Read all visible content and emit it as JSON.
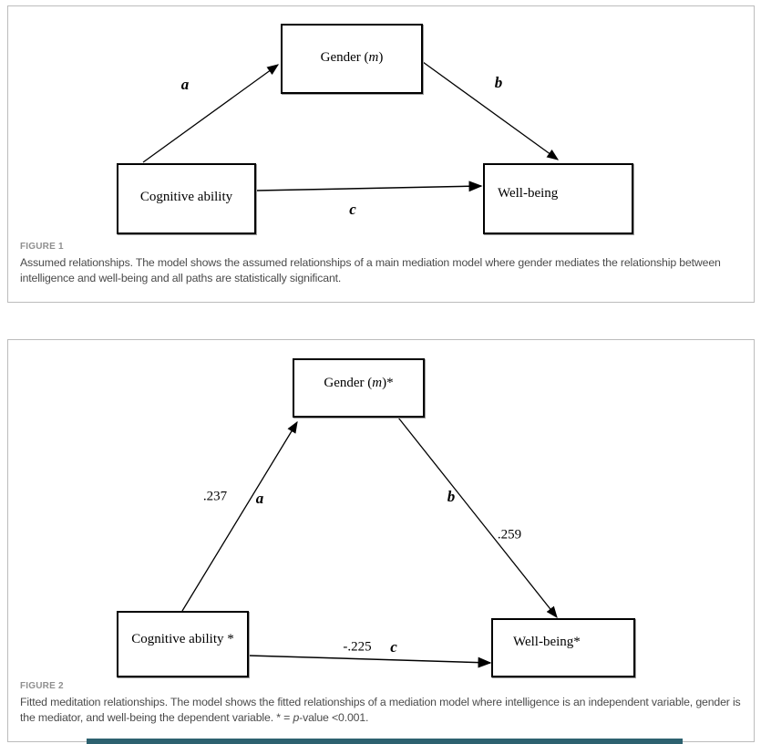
{
  "page": {
    "background_color": "#ffffff",
    "bottom_bar_color": "#2d616f",
    "panel_border_color": "#bcbcbc"
  },
  "figure1": {
    "label": "FIGURE 1",
    "caption": "Assumed relationships. The model shows the assumed relationships of a main mediation model where gender mediates the relationship between intelligence and well-being and all paths are statistically significant.",
    "boxes": {
      "mediator": {
        "pre": "Gender (",
        "italic": "m",
        "post": ")"
      },
      "independent": {
        "text": "Cognitive ability"
      },
      "dependent": {
        "text": "Well-being"
      }
    },
    "paths": {
      "a": "a",
      "b": "b",
      "c": "c"
    }
  },
  "figure2": {
    "label": "FIGURE 2",
    "caption_before": "Fitted meditation relationships. The model shows the fitted relationships of a mediation model where intelligence is an independent variable, gender is the mediator, and well-being the dependent variable. * = ",
    "caption_italic": "p",
    "caption_after": "-value <0.001.",
    "boxes": {
      "mediator": {
        "pre": "Gender (",
        "italic": "m",
        "post": ")*"
      },
      "independent": {
        "text": "Cognitive ability *"
      },
      "dependent": {
        "text": "Well-being*"
      }
    },
    "paths": {
      "a": "a",
      "b": "b",
      "c": "c"
    },
    "coefficients": {
      "a": ".237",
      "b": ".259",
      "c": "-.225"
    }
  }
}
